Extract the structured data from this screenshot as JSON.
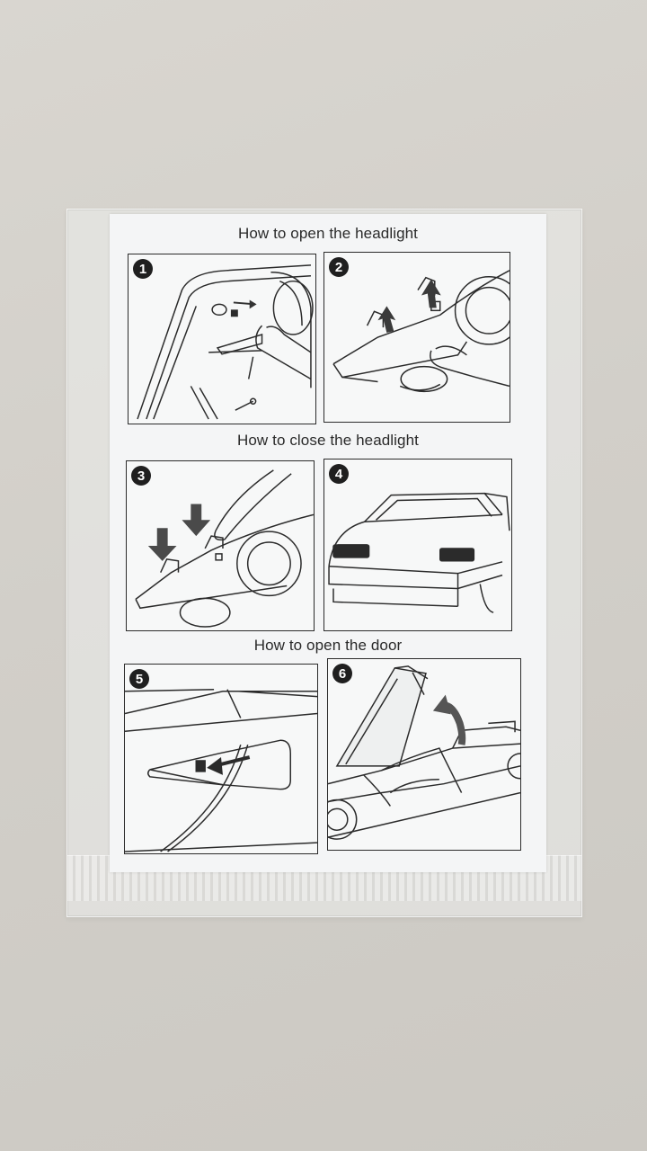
{
  "sections": [
    {
      "heading": "How to open the headlight"
    },
    {
      "heading": "How to close the headlight"
    },
    {
      "heading": "How to open the door"
    }
  ],
  "steps": [
    "1",
    "2",
    "3",
    "4",
    "5",
    "6"
  ],
  "colors": {
    "ink": "#2b2b2b",
    "paper": "#f4f5f6",
    "arrow": "#555555"
  }
}
